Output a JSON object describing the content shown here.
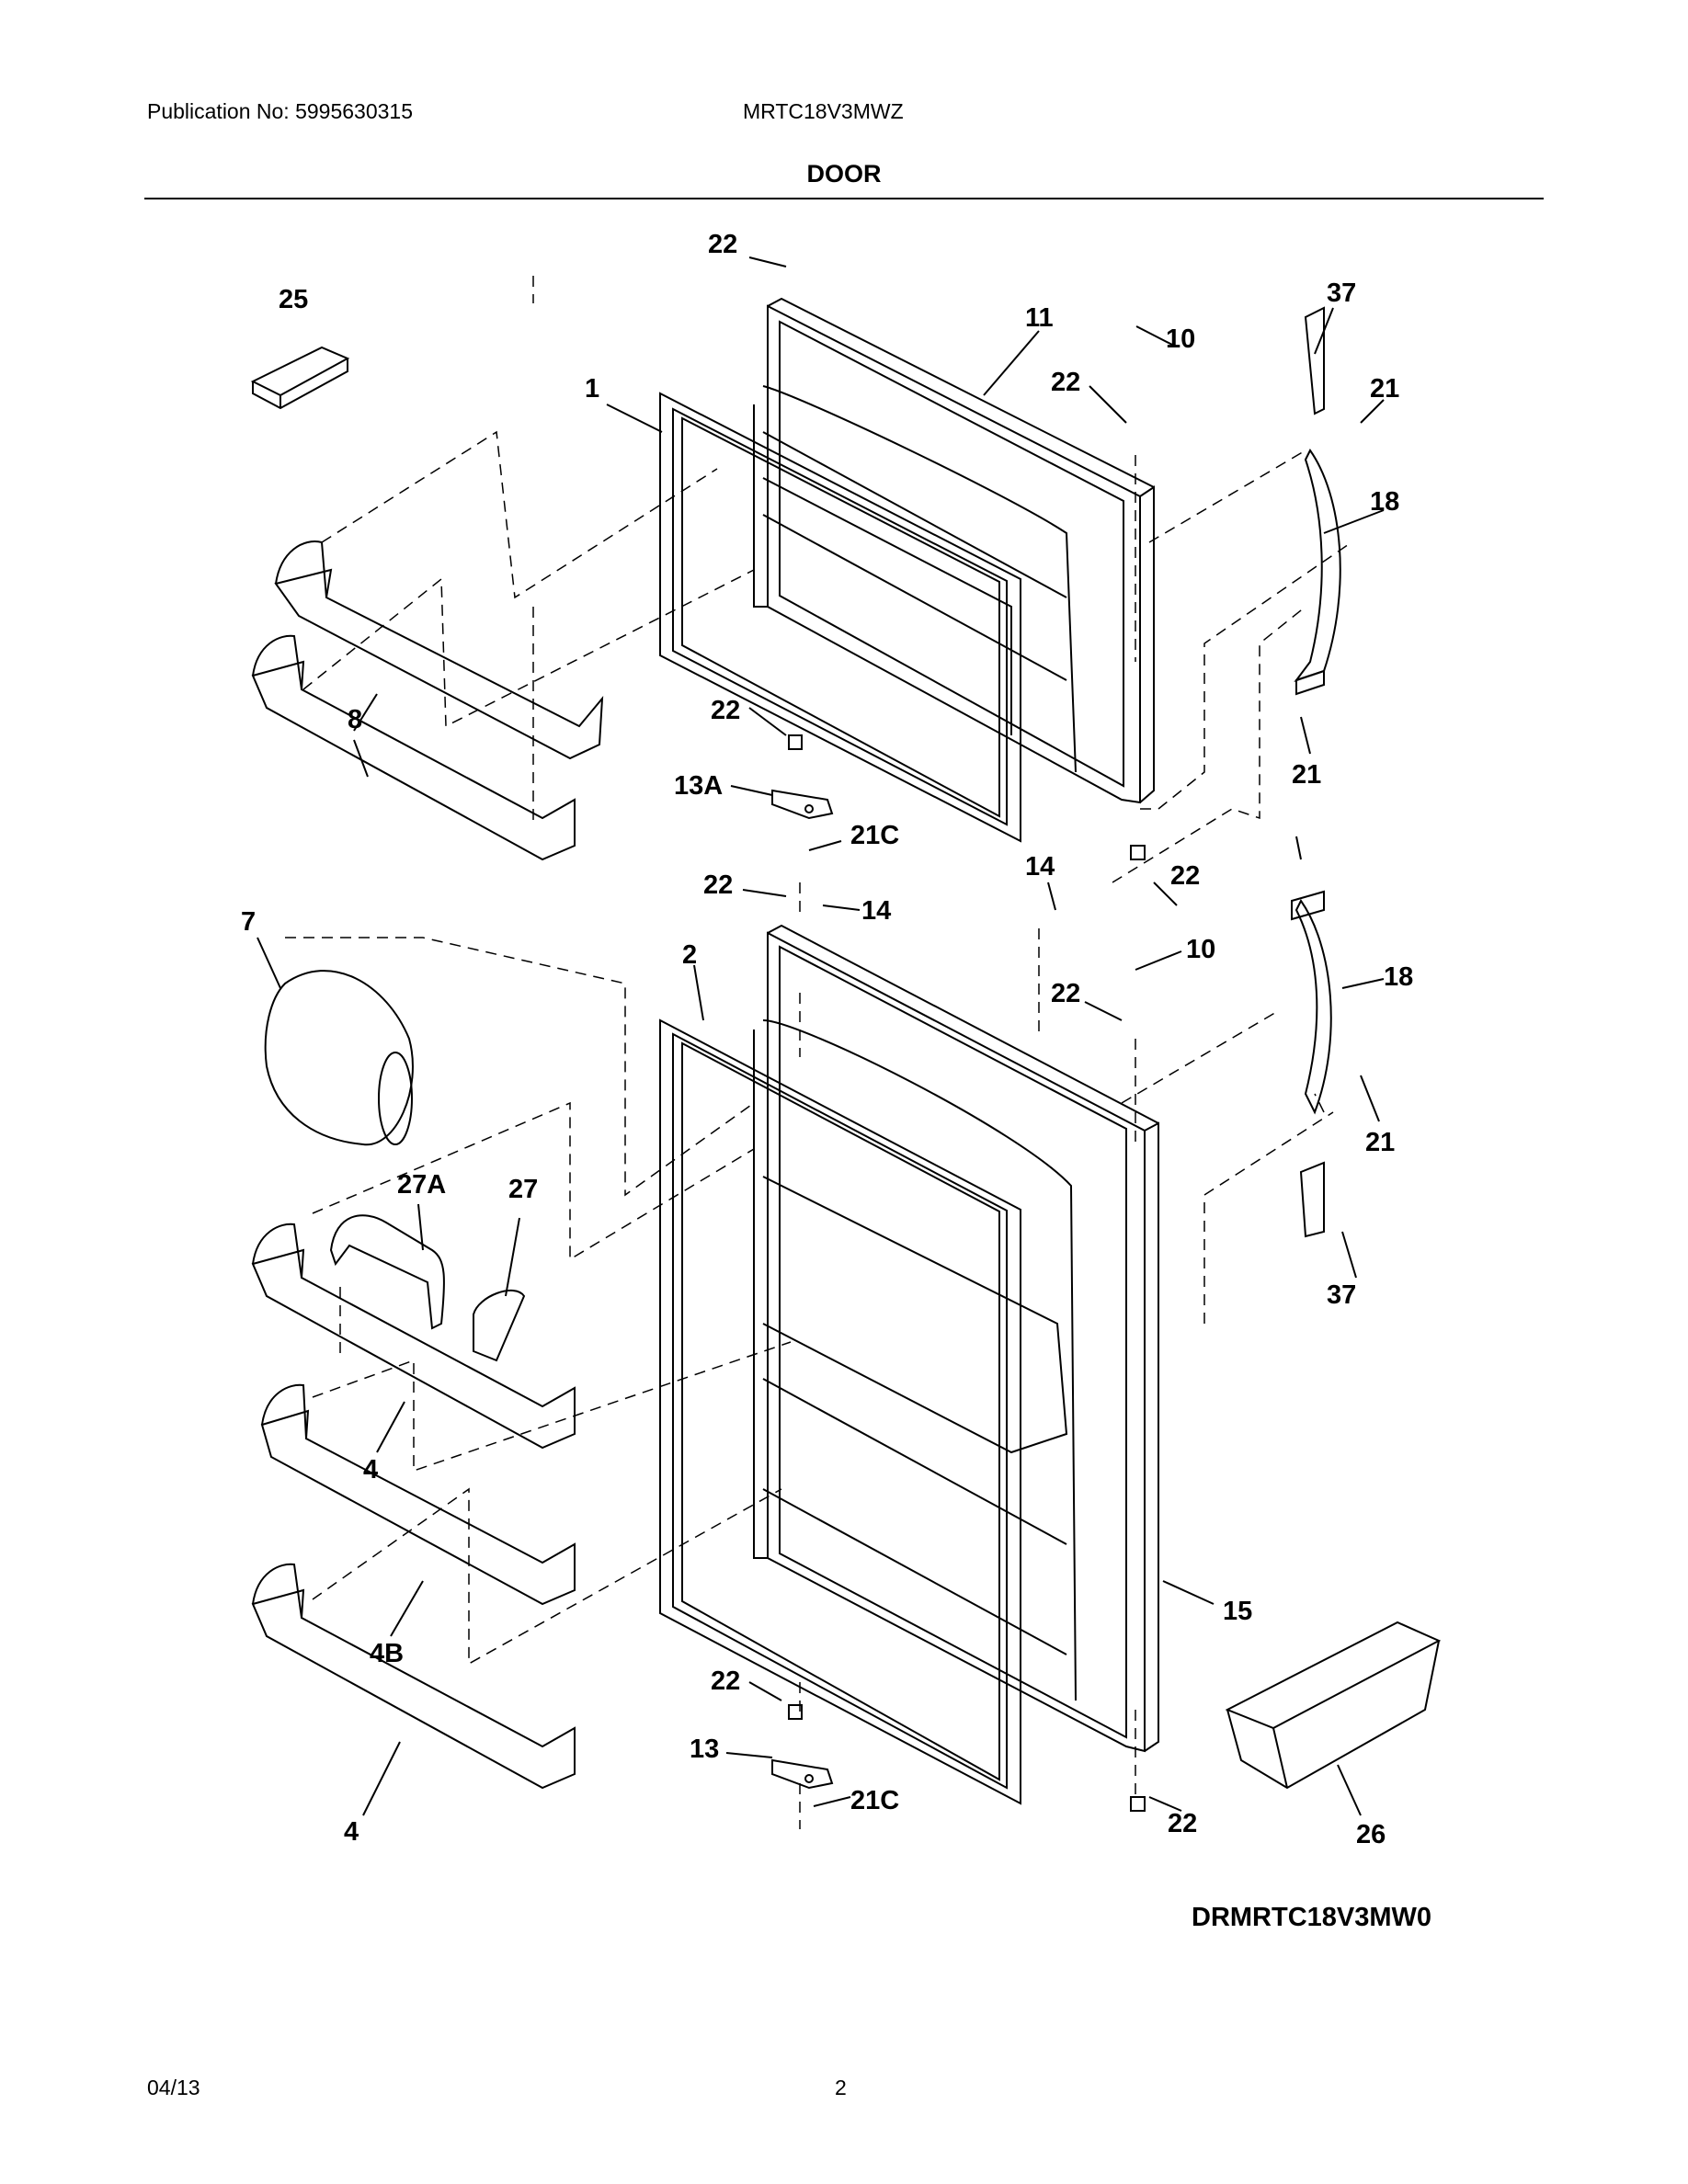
{
  "header": {
    "publication": "Publication No: 5995630315",
    "model": "MRTC18V3MWZ"
  },
  "section_title": "DOOR",
  "callouts": [
    "22",
    "25",
    "11",
    "37",
    "10",
    "1",
    "22",
    "21",
    "18",
    "8",
    "22",
    "13A",
    "21",
    "21C",
    "14",
    "22",
    "22",
    "14",
    "7",
    "2",
    "10",
    "22",
    "18",
    "21",
    "27A",
    "27",
    "37",
    "4",
    "15",
    "4B",
    "22",
    "13",
    "21C",
    "22",
    "26",
    "4"
  ],
  "drawing_id": "DRMRTC18V3MW0",
  "footer": {
    "date": "04/13",
    "page": "2"
  }
}
